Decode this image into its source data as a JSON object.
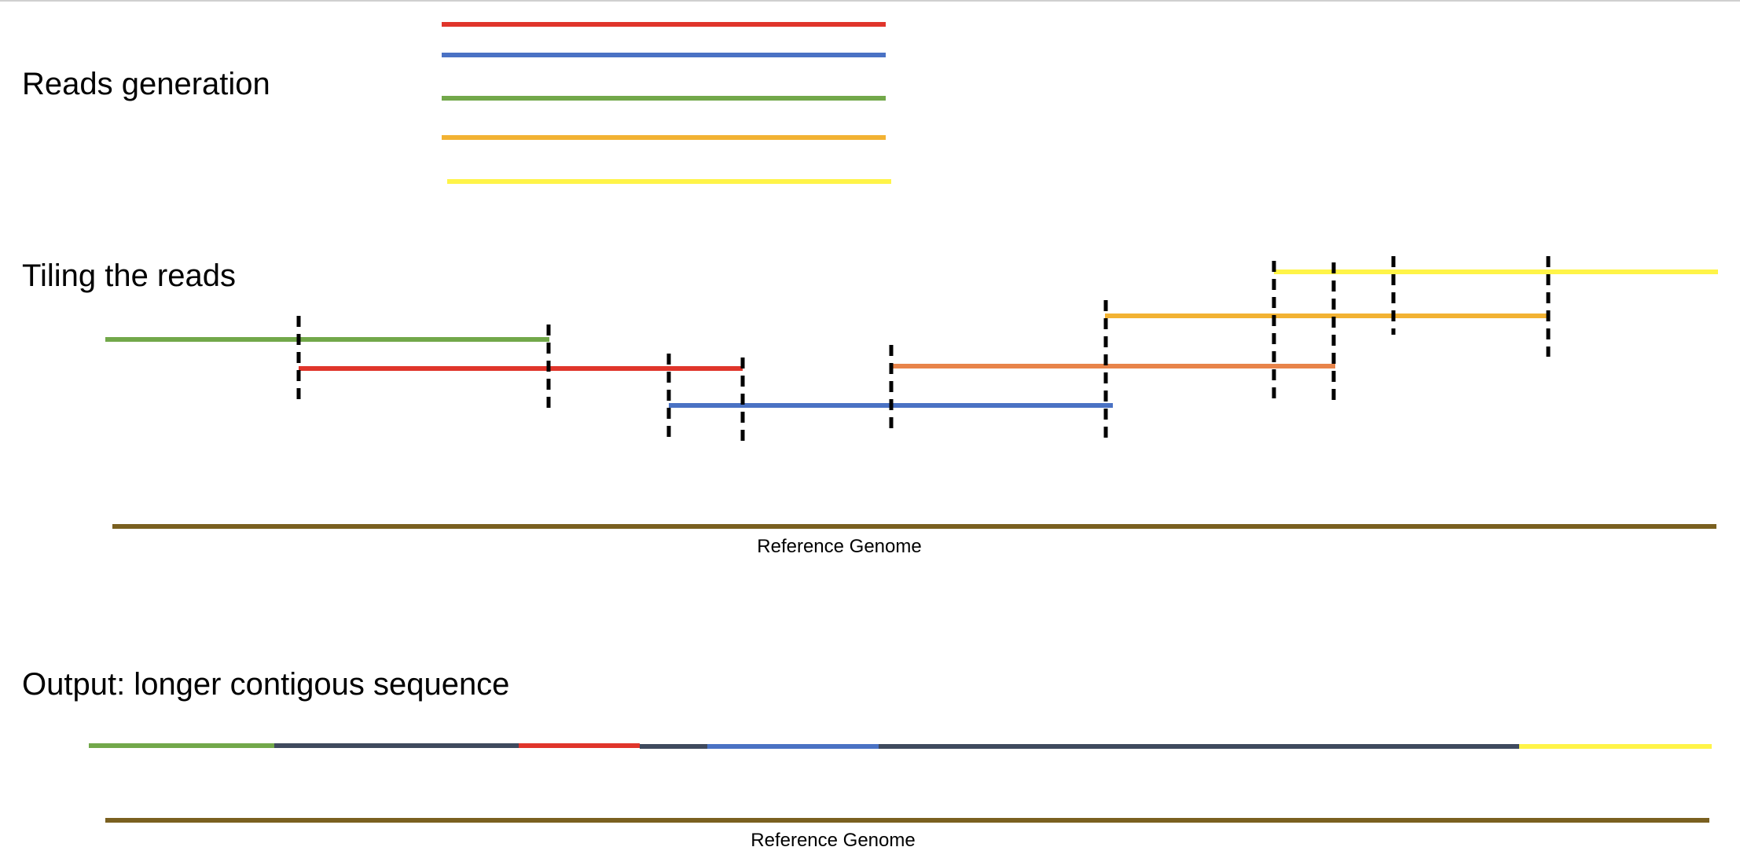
{
  "sections": {
    "generation_title": "Reads generation",
    "tiling_title": "Tiling the reads",
    "output_title": "Output: longer contigous sequence"
  },
  "reference_label": "Reference Genome",
  "colors": {
    "red": "#E0352B",
    "blue": "#4A72C4",
    "green": "#72A84A",
    "orange": "#F2B233",
    "yellow": "#FFF448",
    "coral": "#E8844A",
    "dark": "#3F4A5E",
    "reference": "#7A6020",
    "top_border": "#D0D0D0"
  }
}
